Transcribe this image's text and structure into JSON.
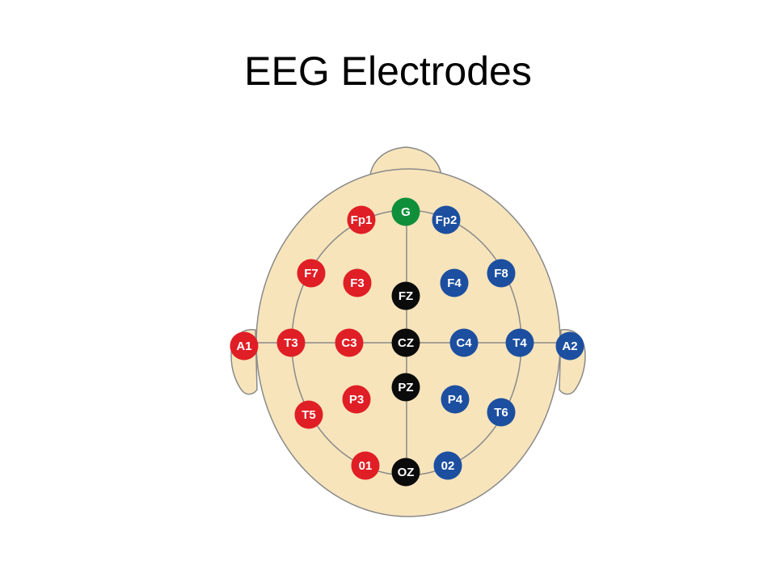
{
  "slide": {
    "title": "EEG Electrodes"
  },
  "colors": {
    "head_fill": "#f7e4bb",
    "outline": "#8a8a8a",
    "left_hemisphere": "#e01e25",
    "right_hemisphere": "#1c4fa0",
    "midline": "#0b0b0b",
    "ground": "#0f8f3a"
  },
  "electrodes": [
    {
      "id": "fp1",
      "label": "Fp1",
      "group": "left"
    },
    {
      "id": "g",
      "label": "G",
      "group": "ground"
    },
    {
      "id": "fp2",
      "label": "Fp2",
      "group": "right"
    },
    {
      "id": "f7",
      "label": "F7",
      "group": "left"
    },
    {
      "id": "f3",
      "label": "F3",
      "group": "left"
    },
    {
      "id": "fz",
      "label": "FZ",
      "group": "midline"
    },
    {
      "id": "f4",
      "label": "F4",
      "group": "right"
    },
    {
      "id": "f8",
      "label": "F8",
      "group": "right"
    },
    {
      "id": "a1",
      "label": "A1",
      "group": "left"
    },
    {
      "id": "t3",
      "label": "T3",
      "group": "left"
    },
    {
      "id": "c3",
      "label": "C3",
      "group": "left"
    },
    {
      "id": "cz",
      "label": "CZ",
      "group": "midline"
    },
    {
      "id": "c4",
      "label": "C4",
      "group": "right"
    },
    {
      "id": "t4",
      "label": "T4",
      "group": "right"
    },
    {
      "id": "a2",
      "label": "A2",
      "group": "right"
    },
    {
      "id": "p3",
      "label": "P3",
      "group": "left"
    },
    {
      "id": "pz",
      "label": "PZ",
      "group": "midline"
    },
    {
      "id": "p4",
      "label": "P4",
      "group": "right"
    },
    {
      "id": "t5",
      "label": "T5",
      "group": "left"
    },
    {
      "id": "t6",
      "label": "T6",
      "group": "right"
    },
    {
      "id": "o1",
      "label": "01",
      "group": "left"
    },
    {
      "id": "oz",
      "label": "OZ",
      "group": "midline"
    },
    {
      "id": "o2",
      "label": "02",
      "group": "right"
    }
  ]
}
